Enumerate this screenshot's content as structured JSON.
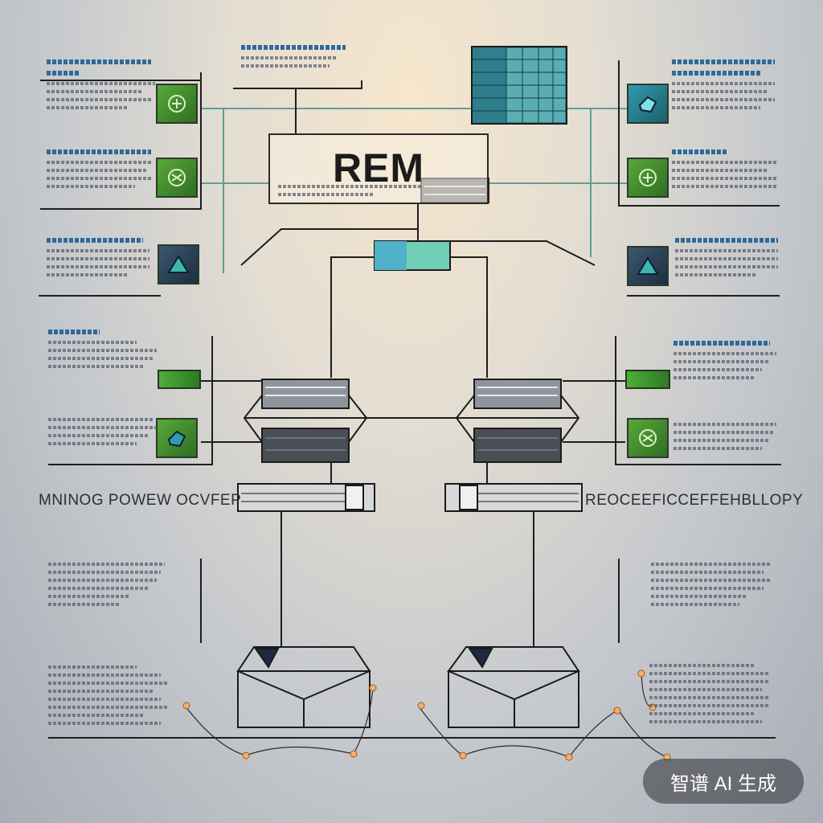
{
  "diagram": {
    "center_title": "REM",
    "left_label": "MNINOG POWEW OCVFEP",
    "right_label": "REOCEEFICCEFFEHBLLOPY",
    "tiles_left": [
      {
        "icon": "chip-icon",
        "color": "green"
      },
      {
        "icon": "chip-icon",
        "color": "green"
      },
      {
        "icon": "mountain-icon",
        "color": "slate"
      },
      {
        "icon": "bar-icon",
        "color": "green"
      },
      {
        "icon": "crystal-icon",
        "color": "green"
      }
    ],
    "tiles_right": [
      {
        "icon": "crystal-icon",
        "color": "teal"
      },
      {
        "icon": "chip-icon",
        "color": "green"
      },
      {
        "icon": "mountain-icon",
        "color": "slate"
      },
      {
        "icon": "bar-icon",
        "color": "green"
      },
      {
        "icon": "chip-icon",
        "color": "green"
      }
    ]
  },
  "watermark": {
    "text": "智谱 AI 生成"
  },
  "colors": {
    "wire": "#1e1e1e",
    "accent_green": "#3f8f2f",
    "accent_teal": "#2f9ab0",
    "lamp": "#f4b06a"
  }
}
